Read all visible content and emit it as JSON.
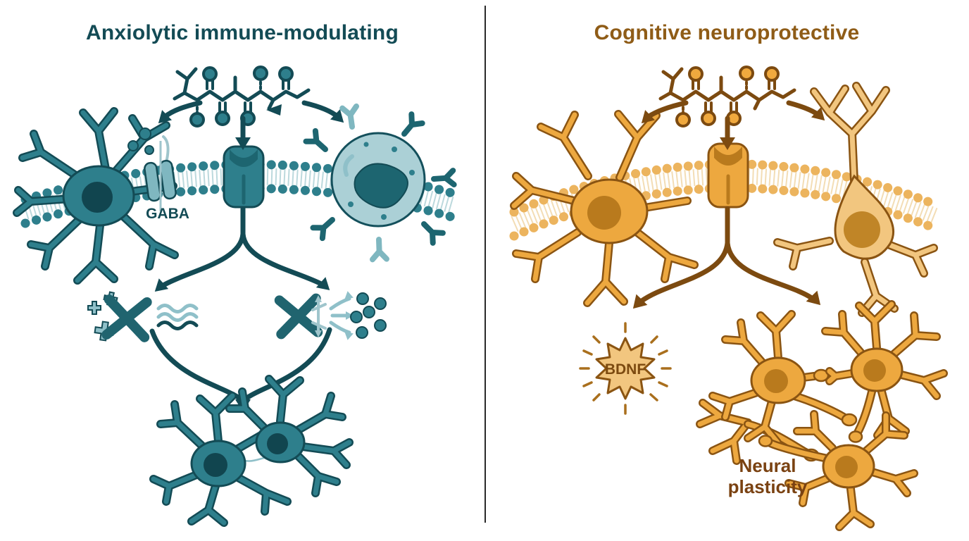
{
  "figure": {
    "background_color": "#ffffff",
    "divider_color": "#2a2a2a",
    "left_panel": {
      "title": "Anxiolytic immune-modulating",
      "title_color": "#134b55",
      "primary_color": "#2e7f8c",
      "light_color": "#8fc0c9",
      "dark_color": "#134b55",
      "immune_cell_fill": "#abd0d6",
      "gaba_label": "GABA"
    },
    "right_panel": {
      "title": "Cognitive neuroprotective",
      "title_color": "#8f5c17",
      "primary_color": "#eda83f",
      "light_color": "#f2c67f",
      "dark_color": "#7c4a10",
      "bdnf_label": "BDNF",
      "neural_plasticity_line1": "Neural",
      "neural_plasticity_line2": "plasticity"
    }
  }
}
